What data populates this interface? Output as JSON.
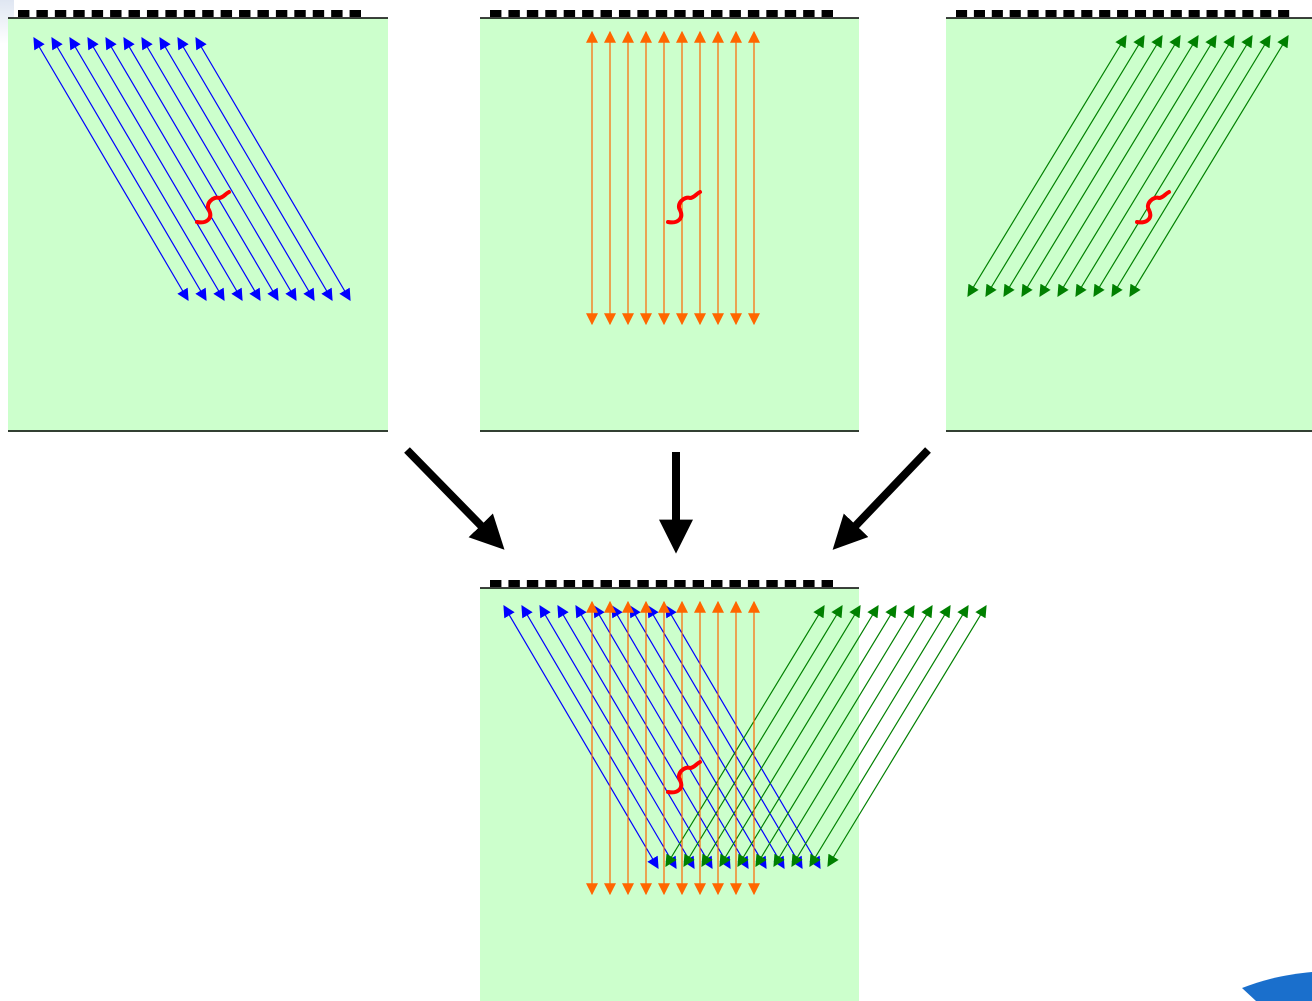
{
  "colors": {
    "panel_fill": "#ccffcc",
    "transducer": "#000000",
    "baseline": "#000000",
    "beam_left_steer": "#0000ff",
    "beam_straight": "#ff6600",
    "beam_right_steer": "#008000",
    "target": "#ff0000",
    "flow_arrow": "#000000",
    "corner_swoosh": "#1a6fcc"
  },
  "diagram": {
    "panels": [
      {
        "role": "steered-left",
        "beam": "beam_left_steer",
        "lines": 10,
        "steer": "left"
      },
      {
        "role": "straight",
        "beam": "beam_straight",
        "lines": 10,
        "steer": "none"
      },
      {
        "role": "steered-right",
        "beam": "beam_right_steer",
        "lines": 10,
        "steer": "right"
      },
      {
        "role": "compound",
        "beams": [
          "beam_left_steer",
          "beam_straight",
          "beam_right_steer"
        ],
        "lines": 10
      }
    ],
    "arrows": [
      {
        "from": "steered-left",
        "to": "compound"
      },
      {
        "from": "straight",
        "to": "compound"
      },
      {
        "from": "steered-right",
        "to": "compound"
      }
    ],
    "icons": [
      "target-reflector-icon",
      "corner-logo-swoosh-icon"
    ]
  }
}
